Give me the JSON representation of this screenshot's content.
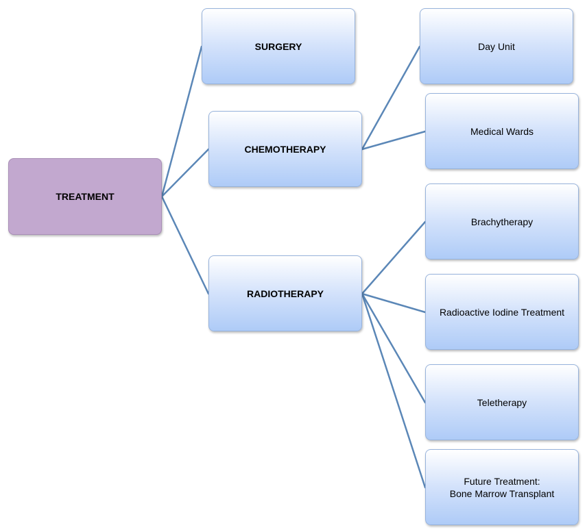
{
  "nodes": {
    "treatment": "TREATMENT",
    "surgery": "SURGERY",
    "chemotherapy": "CHEMOTHERAPY",
    "radiotherapy": "RADIOTHERAPY",
    "day_unit": "Day Unit",
    "medical_wards": "Medical Wards",
    "brachytherapy": "Brachytherapy",
    "radioactive_iodine": "Radioactive Iodine Treatment",
    "teletherapy": "Teletherapy",
    "future_treatment": "Future Treatment:\nBone Marrow Transplant"
  },
  "colors": {
    "connector": "#5b87b7",
    "root_fill": "#c2a8cf",
    "node_fill_top": "#ffffff",
    "node_fill_bottom": "#aecbf7"
  }
}
